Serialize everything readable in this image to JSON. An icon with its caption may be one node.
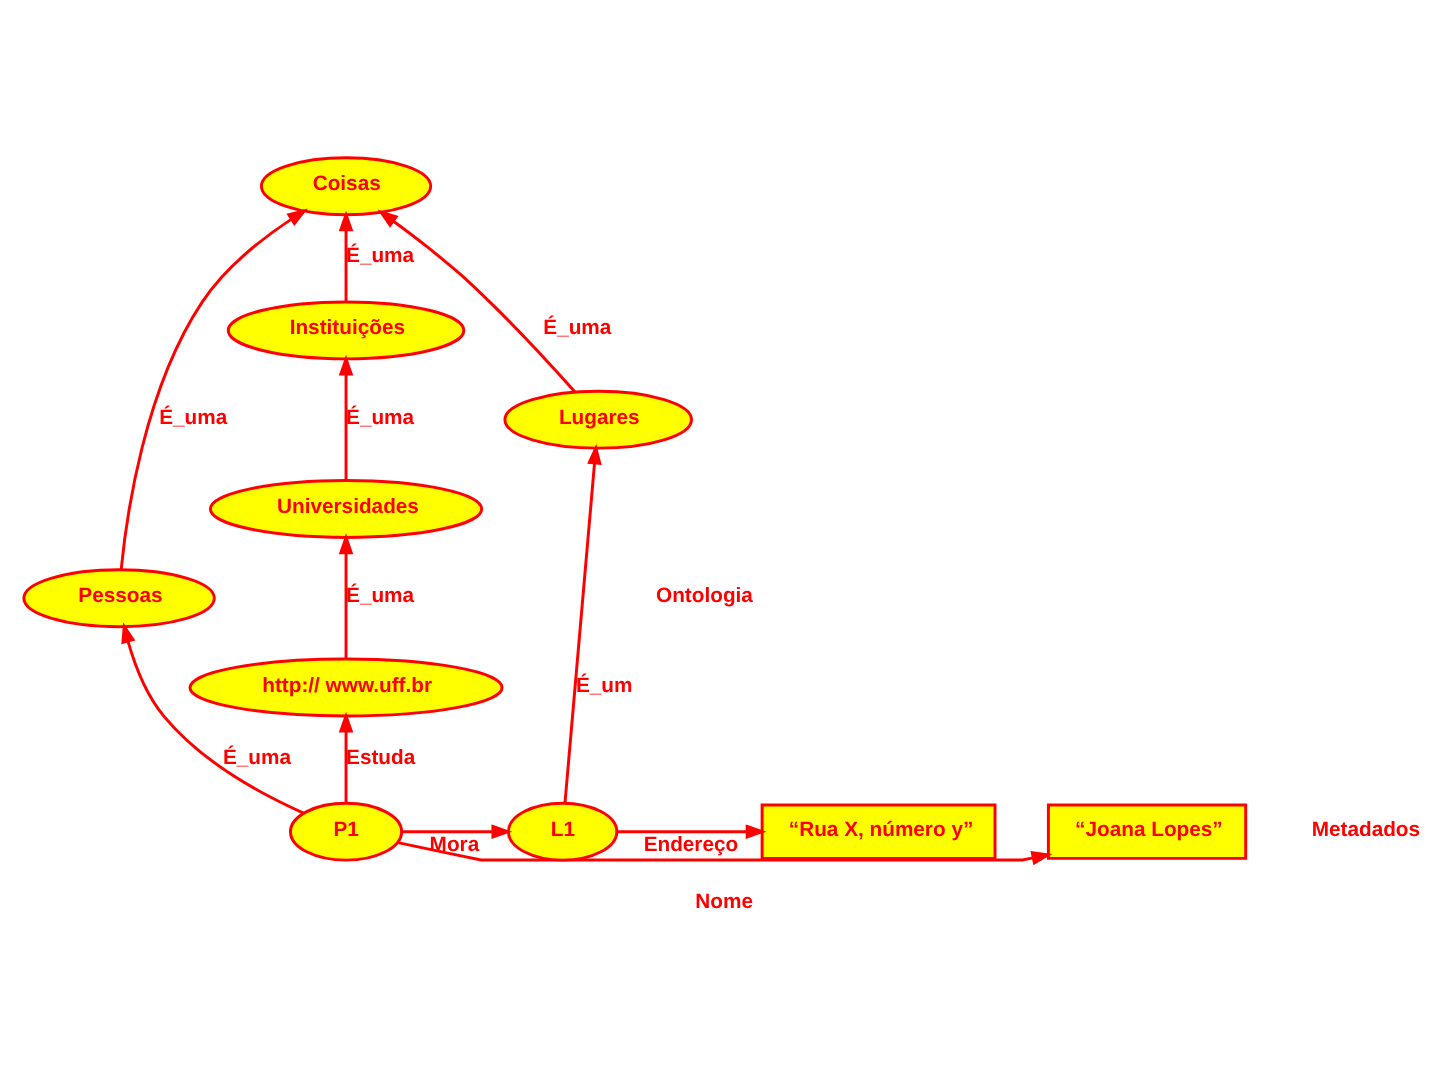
{
  "diagram": {
    "nodes": [
      {
        "text": [
          "Coisas"
        ]
      },
      {
        "text": [
          "Instituições"
        ]
      },
      {
        "text": [
          "Pessoas"
        ]
      },
      {
        "text": [
          "Lugares"
        ]
      },
      {
        "text": [
          "Universidades"
        ]
      },
      {
        "text": [
          "P1"
        ]
      },
      {
        "text": [
          "http:// www.uff.br"
        ]
      },
      {
        "text": [
          "“Joana Lopes”"
        ]
      },
      {
        "text": [
          "L1"
        ]
      },
      {
        "text": [
          "“Rua X, número y”"
        ]
      }
    ],
    "edges": [
      {
        "from": 1,
        "to": 0,
        "arrow": "to",
        "label": "É_uma"
      },
      {
        "from": 2,
        "to": 0,
        "arrow": "to",
        "label": "É_uma"
      },
      {
        "from": 3,
        "to": 0,
        "arrow": "to",
        "label": "É_uma"
      },
      {
        "from": 4,
        "to": 1,
        "arrow": "to",
        "label": "É_uma"
      },
      {
        "from": 5,
        "to": 2,
        "arrow": "to",
        "label": "É_uma"
      },
      {
        "from": 8,
        "to": 3,
        "arrow": "to",
        "label": "É_um"
      },
      {
        "from": 6,
        "to": 4,
        "arrow": "to",
        "label": "É_uma"
      },
      {
        "from": 5,
        "to": 6,
        "arrow": "to",
        "label": "Estuda"
      },
      {
        "from": 5,
        "to": 7,
        "arrow": "to",
        "label": "Nome"
      },
      {
        "from": 5,
        "to": 8,
        "arrow": "to",
        "label": "Mora"
      },
      {
        "from": 8,
        "to": 9,
        "arrow": "to",
        "label": "Endereço"
      }
    ],
    "labels": [
      "Ontologia",
      "Metadados"
    ]
  }
}
